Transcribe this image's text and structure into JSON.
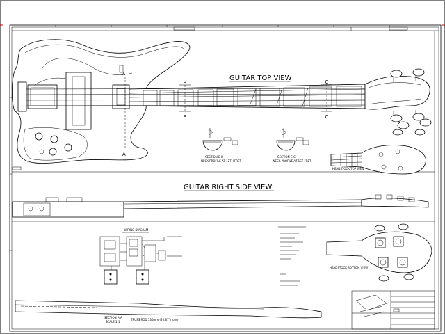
{
  "views": {
    "top_view_title": "GUITAR TOP VIEW",
    "right_side_view_title": "GUITAR RIGHT SIDE VIEW",
    "headstock_top_view": "HEADSTOCK TOP VIEW",
    "headstock_bottom_view": "HEADSTOCK BOTTOM VIEW"
  },
  "sections": {
    "marker_a": "A",
    "marker_b": "B",
    "marker_c": "C",
    "section_bb_title": "SECTION B-B",
    "section_bb_caption": "NECK PROFILE AT 12TH FRET",
    "section_cc_title": "SECTION C-C",
    "section_cc_caption": "NECK PROFILE AT 1ST FRET",
    "section_aa_title": "SECTION A-A",
    "section_aa_scale": "SCALE 1:1",
    "section_aa_note": "TRUSS ROD 530mm (20.87\") long"
  },
  "wiring": {
    "title": "WIRING DIAGRAM"
  },
  "colors": {
    "ink": "#000000",
    "paper": "#ffffff",
    "frame_tick_red": "#cc0000"
  }
}
